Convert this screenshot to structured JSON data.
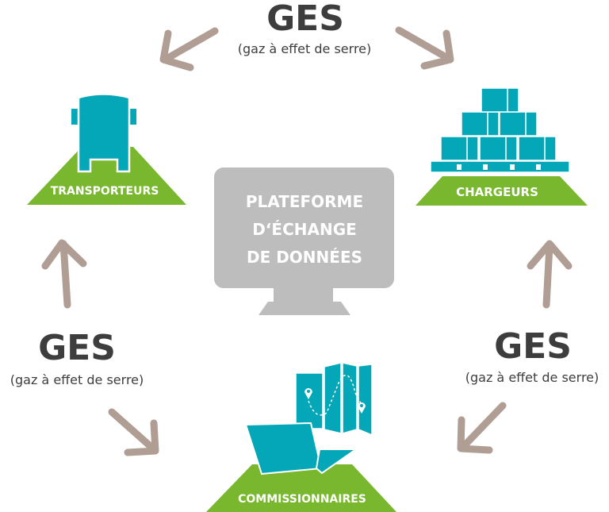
{
  "colors": {
    "arrow": "#b09e94",
    "green": "#78b72e",
    "teal": "#04a7b7",
    "screen": "#bdbdbd",
    "text_dark": "#3d3d3d"
  },
  "center": {
    "icon": "computer-monitor-icon",
    "lines": [
      "PLATEFORME",
      "D‘ÉCHANGE",
      "DE DONNÉES"
    ]
  },
  "actors": {
    "transporteurs": {
      "label": "TRANSPORTEURS",
      "icon": "truck-front-icon"
    },
    "chargeurs": {
      "label": "CHARGEURS",
      "icon": "stacked-boxes-pallet-icon"
    },
    "commissionnaires": {
      "label": "COMMISSIONNAIRES",
      "icon": "laptop-map-icon"
    }
  },
  "ges_labels": {
    "top": {
      "title": "GES",
      "subtitle": "(gaz à effet de serre)"
    },
    "left": {
      "title": "GES",
      "subtitle": "(gaz à effet de serre)"
    },
    "right": {
      "title": "GES",
      "subtitle": "(gaz à effet de serre)"
    }
  },
  "flows": [
    {
      "from": "ges-top",
      "to": "transporteurs",
      "direction": "down-left"
    },
    {
      "from": "ges-top",
      "to": "chargeurs",
      "direction": "down-right"
    },
    {
      "from": "ges-left",
      "to": "transporteurs",
      "direction": "up"
    },
    {
      "from": "ges-left",
      "to": "commissionnaires",
      "direction": "down-right"
    },
    {
      "from": "ges-right",
      "to": "chargeurs",
      "direction": "up"
    },
    {
      "from": "ges-right",
      "to": "commissionnaires",
      "direction": "down-left"
    }
  ]
}
